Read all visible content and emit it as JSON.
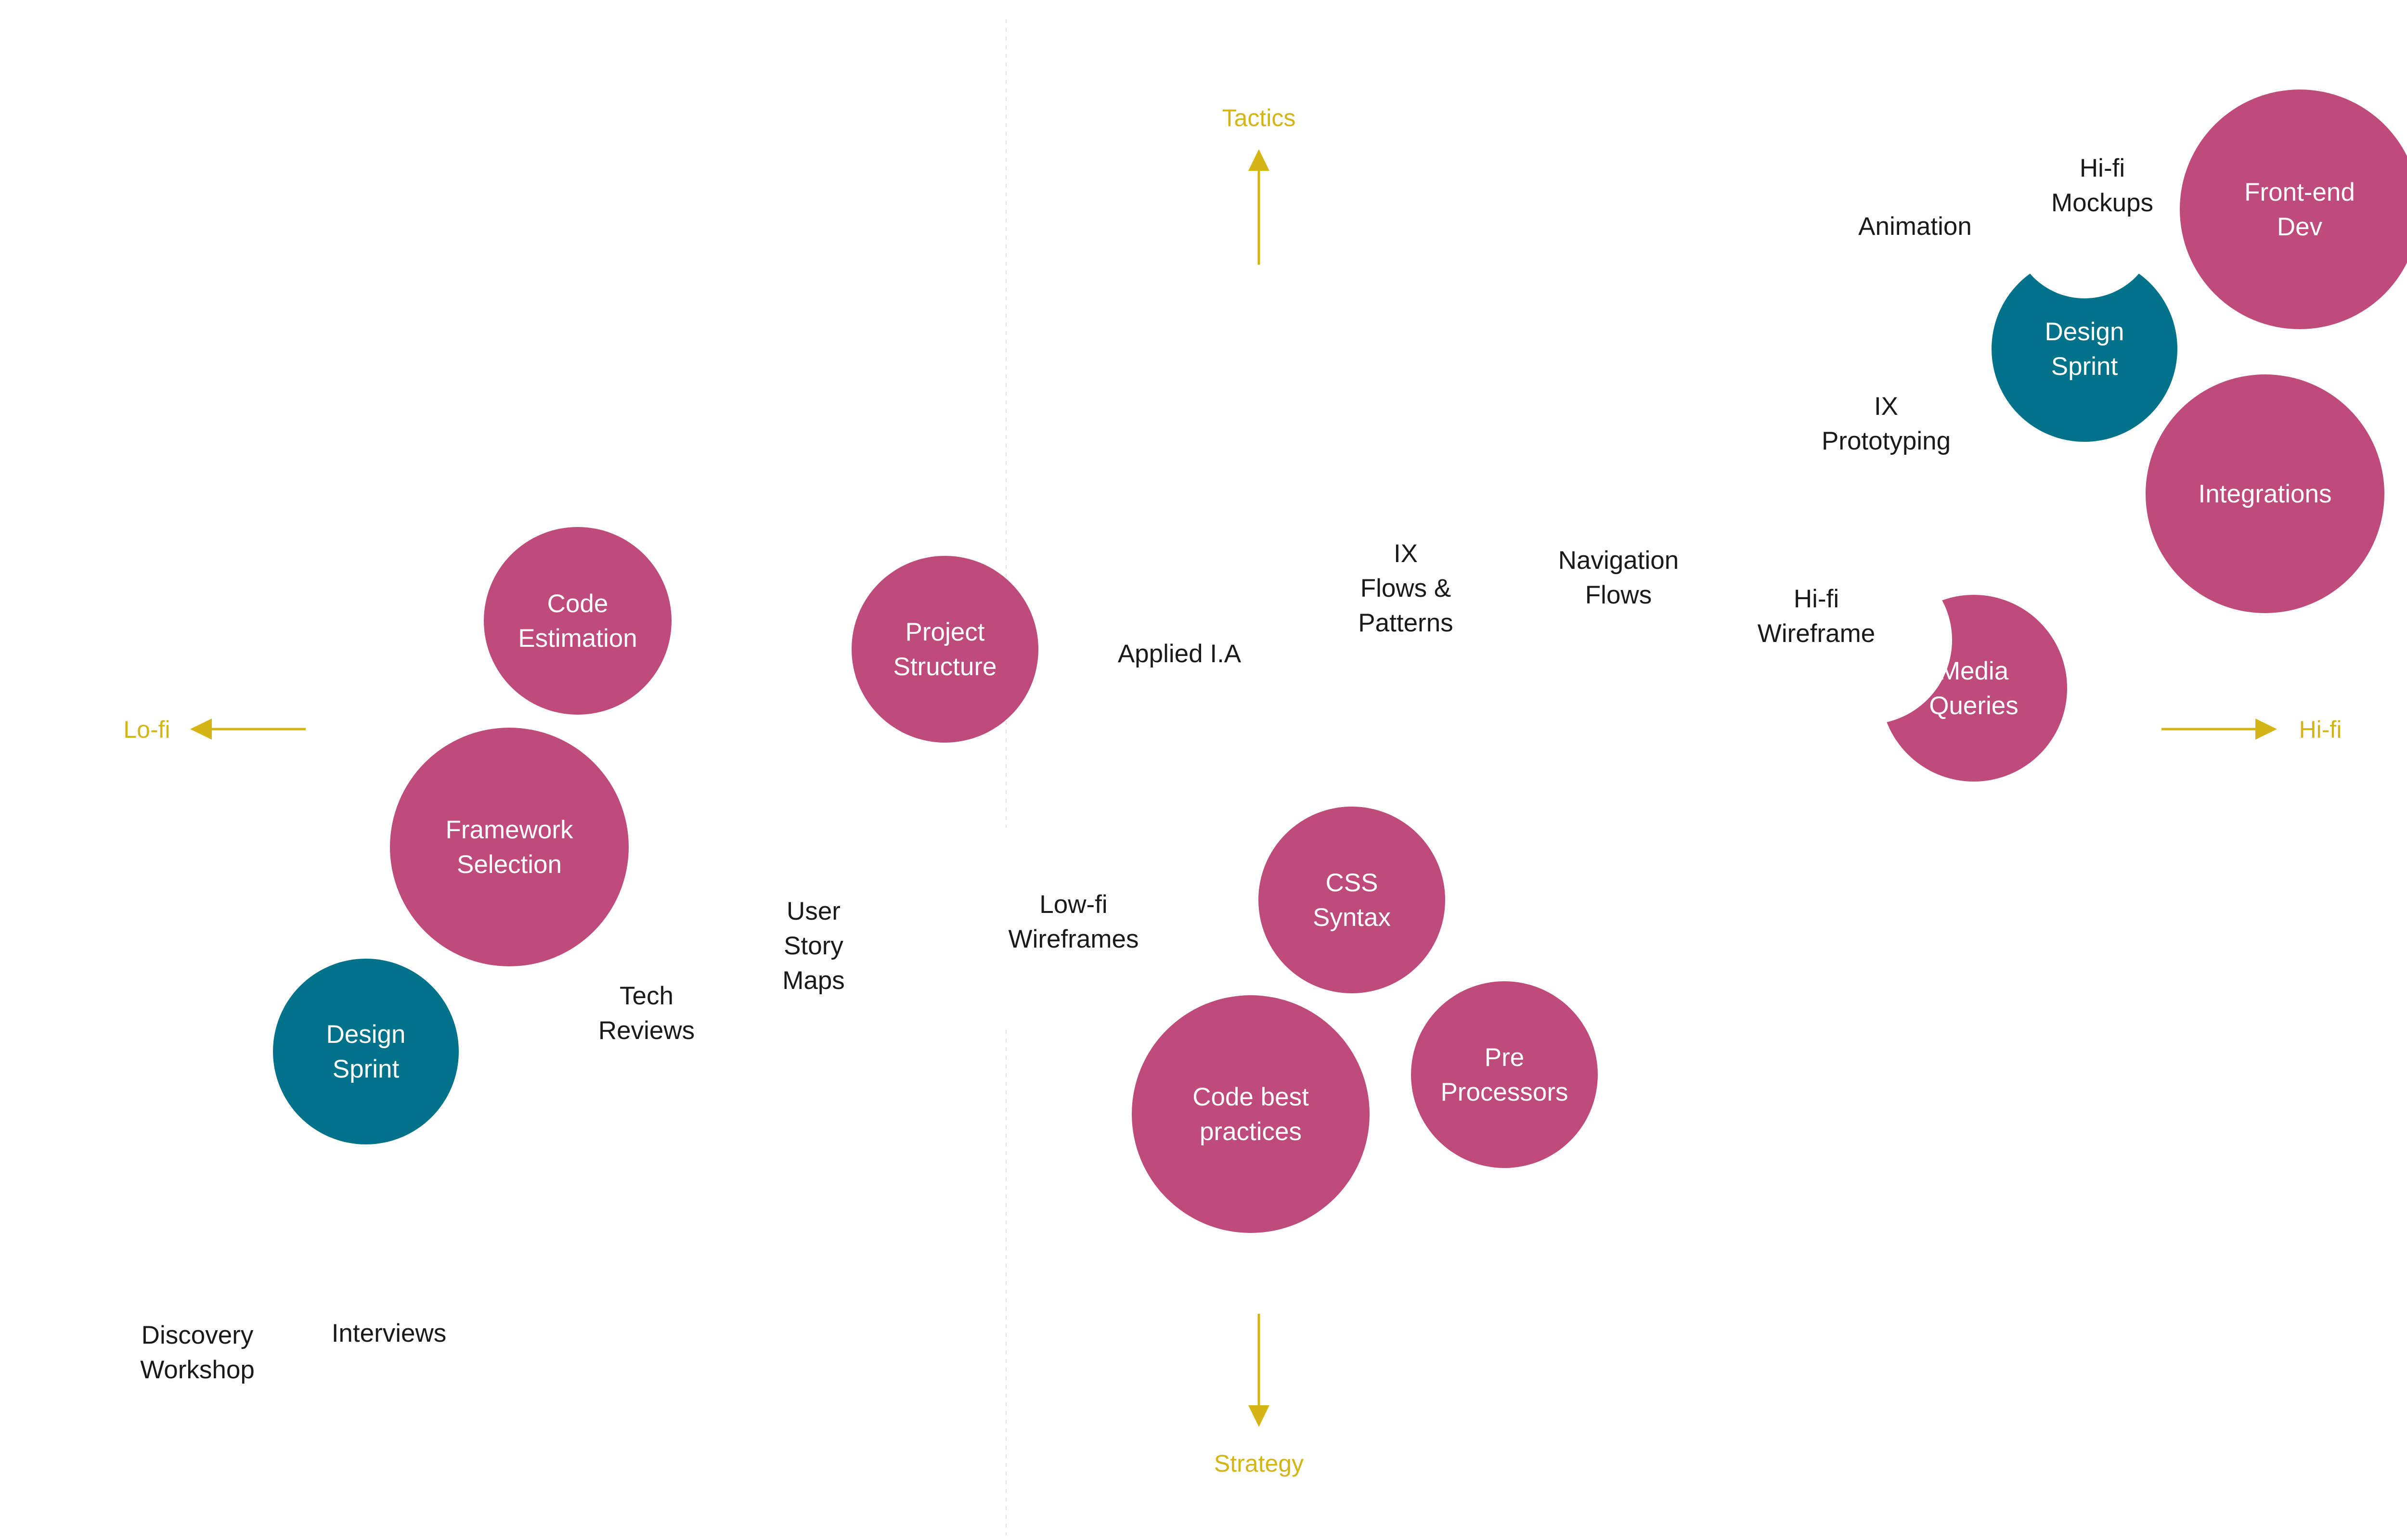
{
  "colors": {
    "magenta": "#bf4a7c",
    "teal": "#00728a",
    "axis": "#d4b516",
    "text": "#1a1a1a",
    "circle_text": "#ffffff",
    "divider": "#e3e3e3"
  },
  "axes": {
    "top": "Tactics",
    "bottom": "Strategy",
    "left": "Lo-fi",
    "right": "Hi-fi"
  },
  "circles": [
    {
      "id": "code-estimation",
      "label": [
        "Code",
        "Estimation"
      ],
      "color": "magenta"
    },
    {
      "id": "framework-selection",
      "label": [
        "Framework",
        "Selection"
      ],
      "color": "magenta"
    },
    {
      "id": "design-sprint-left",
      "label": [
        "Design",
        "Sprint"
      ],
      "color": "teal"
    },
    {
      "id": "project-structure",
      "label": [
        "Project",
        "Structure"
      ],
      "color": "magenta"
    },
    {
      "id": "css-syntax",
      "label": [
        "CSS",
        "Syntax"
      ],
      "color": "magenta"
    },
    {
      "id": "code-best-practices",
      "label": [
        "Code best",
        "practices"
      ],
      "color": "magenta"
    },
    {
      "id": "pre-processors",
      "label": [
        "Pre",
        "Processors"
      ],
      "color": "magenta"
    },
    {
      "id": "front-end-dev",
      "label": [
        "Front-end",
        "Dev"
      ],
      "color": "magenta"
    },
    {
      "id": "design-sprint-right",
      "label": [
        "Design",
        "Sprint"
      ],
      "color": "teal"
    },
    {
      "id": "integrations",
      "label": [
        "Integrations"
      ],
      "color": "magenta"
    },
    {
      "id": "media-queries",
      "label": [
        "Media",
        "Queries"
      ],
      "color": "magenta"
    }
  ],
  "labels": [
    {
      "id": "discovery-workshop",
      "lines": [
        "Discovery",
        "Workshop"
      ]
    },
    {
      "id": "interviews",
      "lines": [
        "Interviews"
      ]
    },
    {
      "id": "tech-reviews",
      "lines": [
        "Tech",
        "Reviews"
      ]
    },
    {
      "id": "user-story-maps",
      "lines": [
        "User",
        "Story",
        "Maps"
      ]
    },
    {
      "id": "low-fi-wireframes",
      "lines": [
        "Low-fi",
        "Wireframes"
      ]
    },
    {
      "id": "applied-ia",
      "lines": [
        "Applied I.A"
      ]
    },
    {
      "id": "ix-flows-patterns",
      "lines": [
        "IX",
        "Flows &",
        "Patterns"
      ]
    },
    {
      "id": "navigation-flows",
      "lines": [
        "Navigation",
        "Flows"
      ]
    },
    {
      "id": "hi-fi-wireframe",
      "lines": [
        "Hi-fi",
        "Wireframe"
      ]
    },
    {
      "id": "ix-prototyping",
      "lines": [
        "IX",
        "Prototyping"
      ]
    },
    {
      "id": "animation",
      "lines": [
        "Animation"
      ]
    },
    {
      "id": "hi-fi-mockups",
      "lines": [
        "Hi-fi",
        "Mockups"
      ]
    }
  ]
}
